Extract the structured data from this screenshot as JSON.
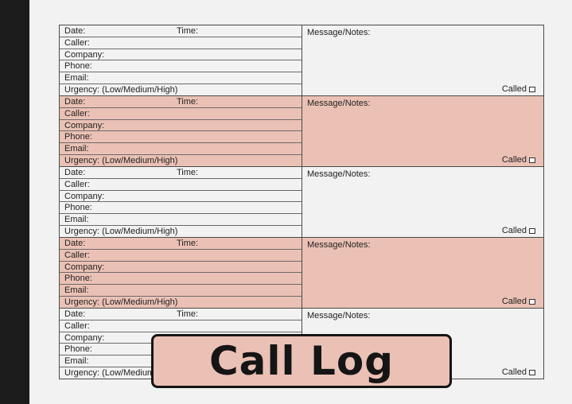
{
  "labels": {
    "date": "Date:",
    "time": "Time:",
    "caller": "Caller:",
    "company": "Company:",
    "phone": "Phone:",
    "email": "Email:",
    "urgency": "Urgency: (Low/Medium/High)",
    "notes": "Message/Notes:",
    "called": "Called"
  },
  "colors": {
    "highlight": "#ebc1b5",
    "sidebar": "#1c1c1c",
    "page": "#f2f2f2"
  },
  "title": "Call Log"
}
